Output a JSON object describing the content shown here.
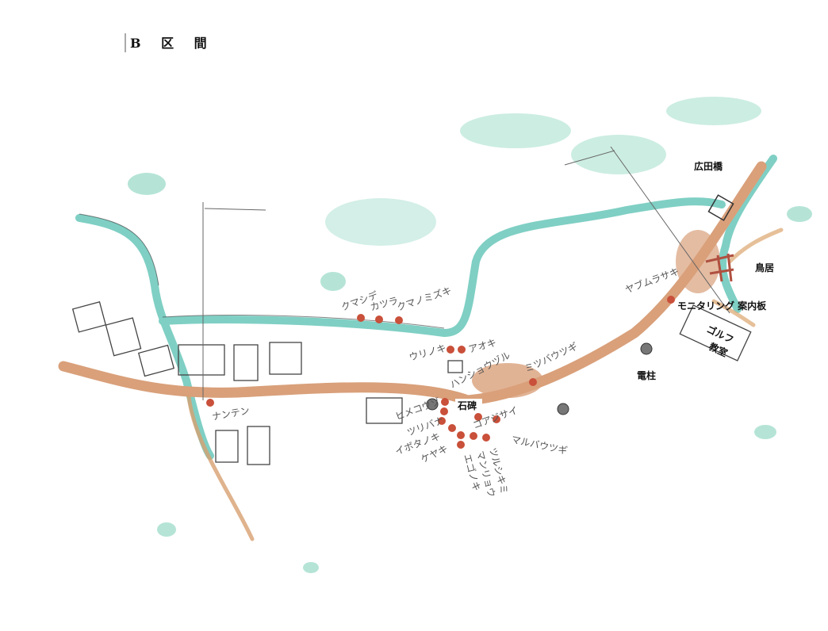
{
  "title": "B 区 間",
  "colors": {
    "river": "#7fcfc4",
    "road": "#d9a07a",
    "tree": "#c9503a",
    "greenery": "#9cdcc8"
  },
  "landmarks": {
    "bridge": "広田橋",
    "torii": "鳥居",
    "monitoring_board": "モニタリング 案内板",
    "golf": "ゴルフ",
    "golf2": "教室",
    "pole": "電柱",
    "monument": "石碑"
  },
  "species": [
    "クマシデ",
    "カツラ",
    "クマノミズキ",
    "ウリノキ",
    "アオキ",
    "ハンショウヅル",
    "ミツバウツギ",
    "ヤブムラサキ",
    "ナンテン",
    "ヒメコウゾ",
    "ツリバナ",
    "イボタノキ",
    "ケヤキ",
    "エゴノキ",
    "マンリョウ",
    "ツルシキミ",
    "コアジサイ",
    "マルバウツギ"
  ]
}
